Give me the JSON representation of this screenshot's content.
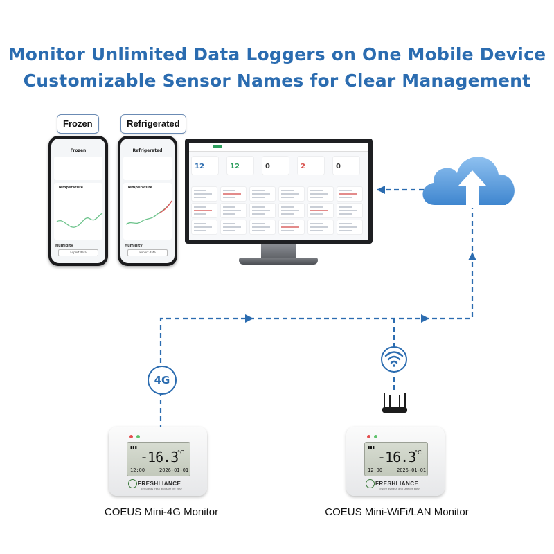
{
  "headline": {
    "line1": "Monitor Unlimited Data Loggers on One Mobile Device",
    "line2": "Customizable Sensor Names for Clear Management"
  },
  "phones": [
    {
      "tag": "Frozen",
      "screen_title": "Frozen",
      "section_temp": "Temperature",
      "section_humidity": "Humidity",
      "button": "Export data",
      "curve_color": "#6cc38b"
    },
    {
      "tag": "Refrigerated",
      "screen_title": "Refrigerated",
      "section_temp": "Temperature",
      "section_humidity": "Humidity",
      "button": "Export data",
      "curve_color": "#e0535a"
    }
  ],
  "dashboard": {
    "kpis": [
      {
        "value": "12",
        "color": "#2b6cb0"
      },
      {
        "value": "12",
        "color": "#2e9e5e"
      },
      {
        "value": "0",
        "color": "#333333"
      },
      {
        "value": "2",
        "color": "#d9534f"
      },
      {
        "value": "0",
        "color": "#333333"
      }
    ]
  },
  "connectivity": {
    "cellular_label": "4G",
    "wifi_icon": "wifi-icon",
    "router_icon": "router-icon",
    "cloud_icon": "cloud-upload-icon"
  },
  "devices": [
    {
      "caption": "COEUS Mini-4G Monitor",
      "temperature": "-16.3",
      "unit": "°C",
      "time": "12:00",
      "date": "2026-01-01",
      "brand": "FRESHLIANCE",
      "slogan": "Ensure as fresh and safe life easy"
    },
    {
      "caption": "COEUS Mini-WiFi/LAN Monitor",
      "temperature": "-16.3",
      "unit": "°C",
      "time": "12:00",
      "date": "2026-01-01",
      "brand": "FRESHLIANCE",
      "slogan": "Ensure as fresh and safe life easy"
    }
  ],
  "colors": {
    "accent": "#2b6cb0",
    "line": "#2b6cb0"
  }
}
